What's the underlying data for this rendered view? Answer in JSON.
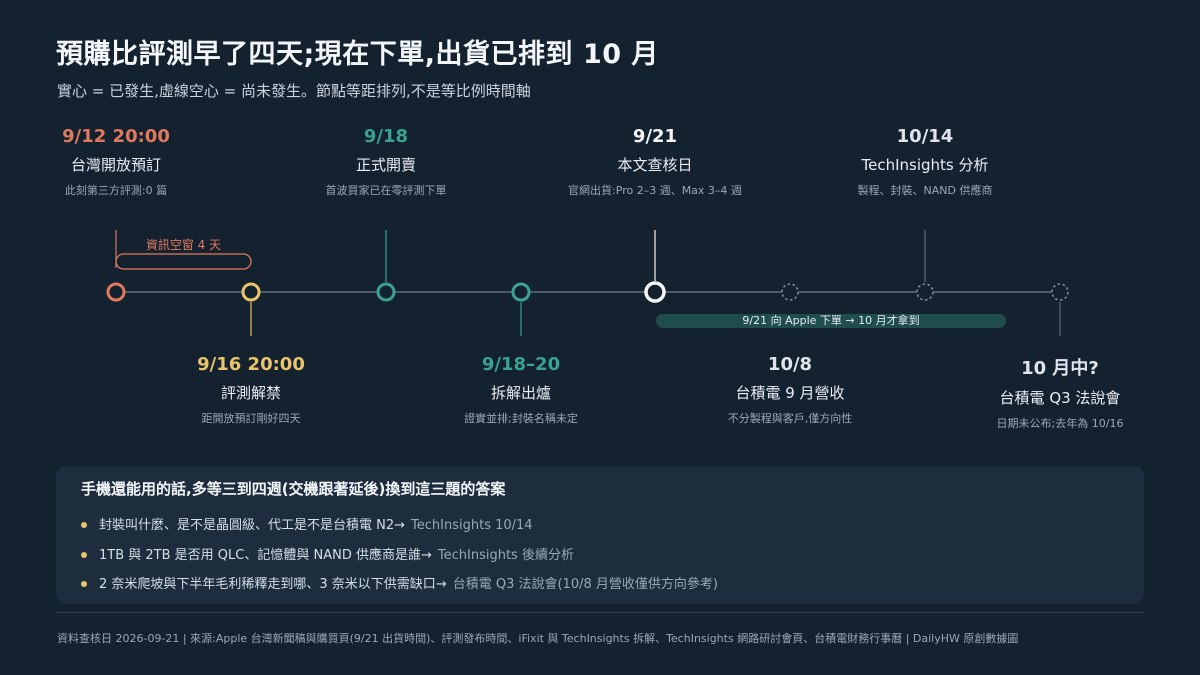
{
  "header": {
    "title": "預購比評測早了四天;現在下單,出貨已排到 10 月",
    "subtitle": "實心 = 已發生,虛線空心 = 尚未發生。節點等距排列,不是等比例時間軸"
  },
  "colors": {
    "background": "#14212f",
    "red": "#e07a5f",
    "yellow": "#e9c46a",
    "green": "#3aa38f",
    "white": "#f4f7fa",
    "future": "#7d8b98",
    "line": "#4a5b6a"
  },
  "timeline": {
    "gap_label": "資訊空窗 4 天",
    "order_bar_label": "9/21 向 Apple 下單 → 10 月才拿到",
    "events": [
      {
        "date": "9/12 20:00",
        "name": "台灣開放預訂",
        "note": "此刻第三方評測:0 篇",
        "status": "occurred",
        "color": "red",
        "position": "above"
      },
      {
        "date": "9/16 20:00",
        "name": "評測解禁",
        "note": "距開放預訂剛好四天",
        "status": "occurred",
        "color": "yellow",
        "position": "below"
      },
      {
        "date": "9/18",
        "name": "正式開賣",
        "note": "首波買家已在零評測下單",
        "status": "occurred",
        "color": "green",
        "position": "above"
      },
      {
        "date": "9/18–20",
        "name": "拆解出爐",
        "note": "證實並排;封裝名稱未定",
        "status": "occurred",
        "color": "green",
        "position": "below"
      },
      {
        "date": "9/21",
        "name": "本文查核日",
        "note": "官網出貨:Pro 2–3 週、Max 3–4 週",
        "status": "today",
        "color": "white",
        "position": "above"
      },
      {
        "date": "10/8",
        "name": "台積電 9 月營收",
        "note": "不分製程與客戶,僅方向性",
        "status": "future",
        "color": "gray",
        "position": "below"
      },
      {
        "date": "10/14",
        "name": "TechInsights 分析",
        "note": "製程、封裝、NAND 供應商",
        "status": "future",
        "color": "gray",
        "position": "above"
      },
      {
        "date": "10 月中?",
        "name": "台積電 Q3 法說會",
        "note": "日期未公布;去年為 10/16",
        "status": "future",
        "color": "gray",
        "position": "below"
      }
    ]
  },
  "panel": {
    "title": "手機還能用的話,多等三到四週(交機跟著延後)換到這三題的答案",
    "items": [
      {
        "text": "封裝叫什麼、是不是晶圓級、代工是不是台積電 N2",
        "arrow": "→",
        "source": "TechInsights 10/14"
      },
      {
        "text": "1TB 與 2TB 是否用 QLC、記憶體與 NAND 供應商是誰",
        "arrow": "→",
        "source": "TechInsights 後續分析"
      },
      {
        "text": "2 奈米爬坡與下半年毛利稀釋走到哪、3 奈米以下供需缺口",
        "arrow": "→",
        "source": "台積電 Q3 法說會(10/8 月營收僅供方向參考)"
      }
    ]
  },
  "footer": {
    "text": "資料查核日 2026-09-21 | 來源:Apple 台灣新聞稿與購買頁(9/21 出貨時間)、評測發布時間、iFixit 與 TechInsights 拆解、TechInsights 網路研討會頁、台積電財務行事曆 | DailyHW 原創數據圖"
  }
}
